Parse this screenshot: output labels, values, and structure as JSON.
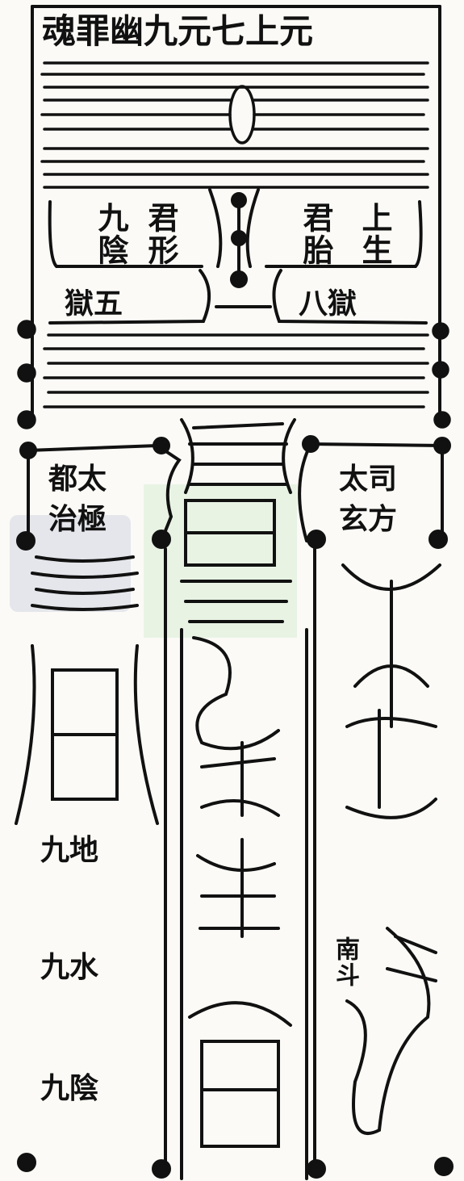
{
  "title": "魂罪幽九元七上元",
  "top_block": {
    "right_chars": [
      "君",
      "胎",
      "上",
      "生"
    ],
    "left_chars": [
      "九",
      "陰",
      "君",
      "形"
    ],
    "right_label": "八獄",
    "left_label": "獄五"
  },
  "left_box": {
    "line1": "都太",
    "line2": "治極"
  },
  "right_box": {
    "line1": "太司",
    "line2": "玄方"
  },
  "left_column": [
    "九地",
    "九水",
    "九陰"
  ],
  "right_column": "南斗"
}
